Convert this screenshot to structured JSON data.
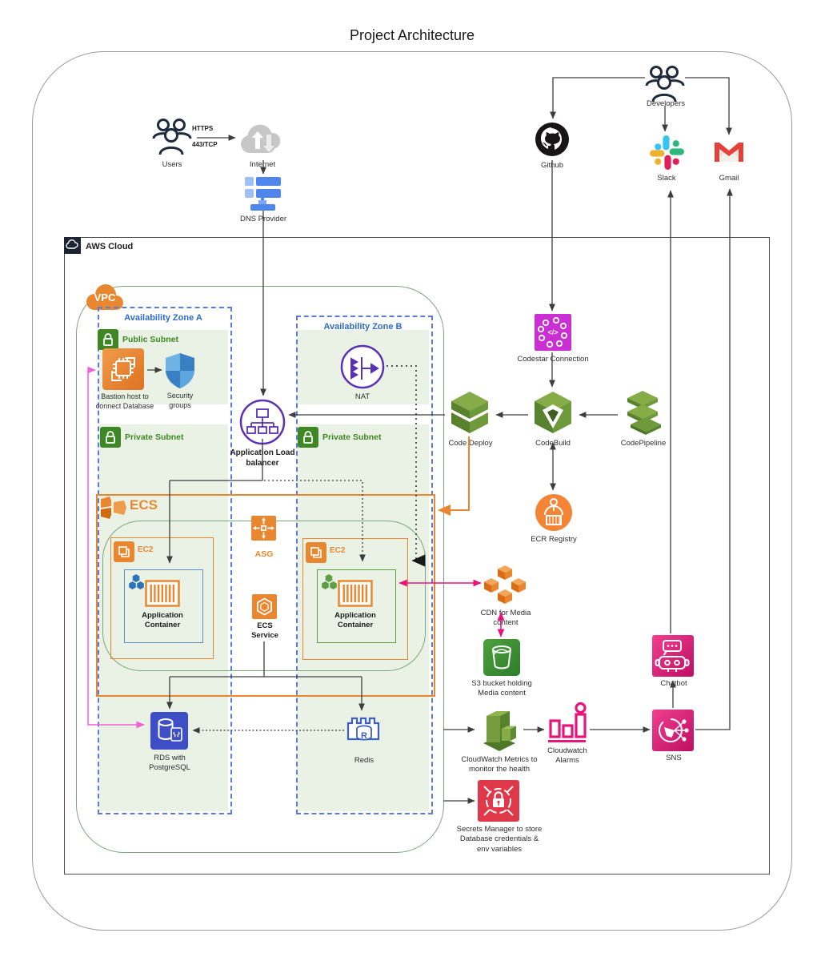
{
  "title": "Project Architecture",
  "external": {
    "users": "Users",
    "https_label": "HTTPS",
    "port_label": "443/TCP",
    "internet": "Internet",
    "dns": "DNS Provider",
    "developers": "Developers",
    "github": "Github",
    "slack": "Slack",
    "gmail": "Gmail"
  },
  "aws": {
    "cloud_label": "AWS Cloud",
    "vpc_label": "VPC",
    "az_a": "Availability Zone A",
    "az_b": "Availability Zone B",
    "public_subnet": "Public Subnet",
    "private_subnet": "Private Subnet",
    "bastion": "Bastion host to connect Database",
    "security_groups": "Security groups",
    "nat": "NAT",
    "alb": "Application Load balancer",
    "ecs": "ECS",
    "asg": "ASG",
    "ec2": "EC2",
    "app_container": "Application Container",
    "ecs_service": "ECS Service",
    "rds": "RDS with PostgreSQL",
    "redis": "Redis"
  },
  "cicd": {
    "codestar": "Codestar Connection",
    "codedeploy": "Code Deploy",
    "codebuild": "CodeBuild",
    "codepipeline": "CodePipeline",
    "ecr": "ECR Registry"
  },
  "media": {
    "cdn": "CDN for Media content",
    "s3": "S3 bucket holding Media content"
  },
  "monitoring": {
    "cloudwatch_metrics": "CloudWatch Metrics to monitor the health",
    "cloudwatch_alarms": "Cloudwatch Alarms",
    "sns": "SNS",
    "chatbot": "Chatbot",
    "secrets_manager": "Secrets Manager to store Database credentials & env variables"
  },
  "colors": {
    "aws_orange": "#E8872F",
    "subnet_fill": "#E9F2E4",
    "subnet_green": "#3F8624",
    "az_blue": "#2E6BC6",
    "purple": "#5A31B5",
    "pink": "#E7157B",
    "magenta": "#F45ED8",
    "cicd_green": "#6F9A3B",
    "codestar_magenta": "#CB2FD4",
    "secrets_red": "#DF3848",
    "rds_blue": "#3E4EC4",
    "dns_blue": "#4E86EE"
  }
}
